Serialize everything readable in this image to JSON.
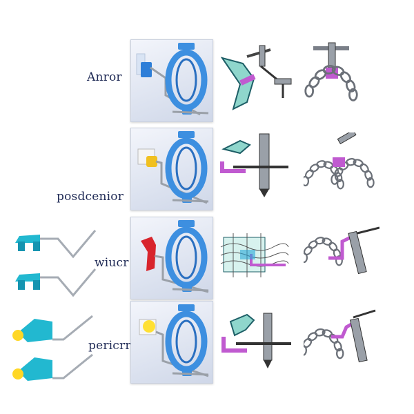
{
  "rows": [
    {
      "label": "Anror"
    },
    {
      "label": "posdcenior"
    },
    {
      "label": "wiucr"
    },
    {
      "label": "pericrr"
    }
  ],
  "colors": {
    "ring_blue": "#3d8fe0",
    "ring_blue_dark": "#2a6fc0",
    "teal": "#22b8d0",
    "magenta": "#c05ad0",
    "mint": "#8fd6cc",
    "yellow": "#ffd726",
    "red": "#d8242c",
    "metal": "#9aa0a8",
    "label_text": "#1f2a55"
  },
  "icons": [
    "anterior-holder-photo-icon",
    "posterior-holder-photo-icon",
    "bitewing-holder-photo-icon",
    "periapical-holder-photo-icon",
    "sensor-clamp-icon",
    "chain-arm-icon",
    "bent-wire-holder-icon"
  ]
}
